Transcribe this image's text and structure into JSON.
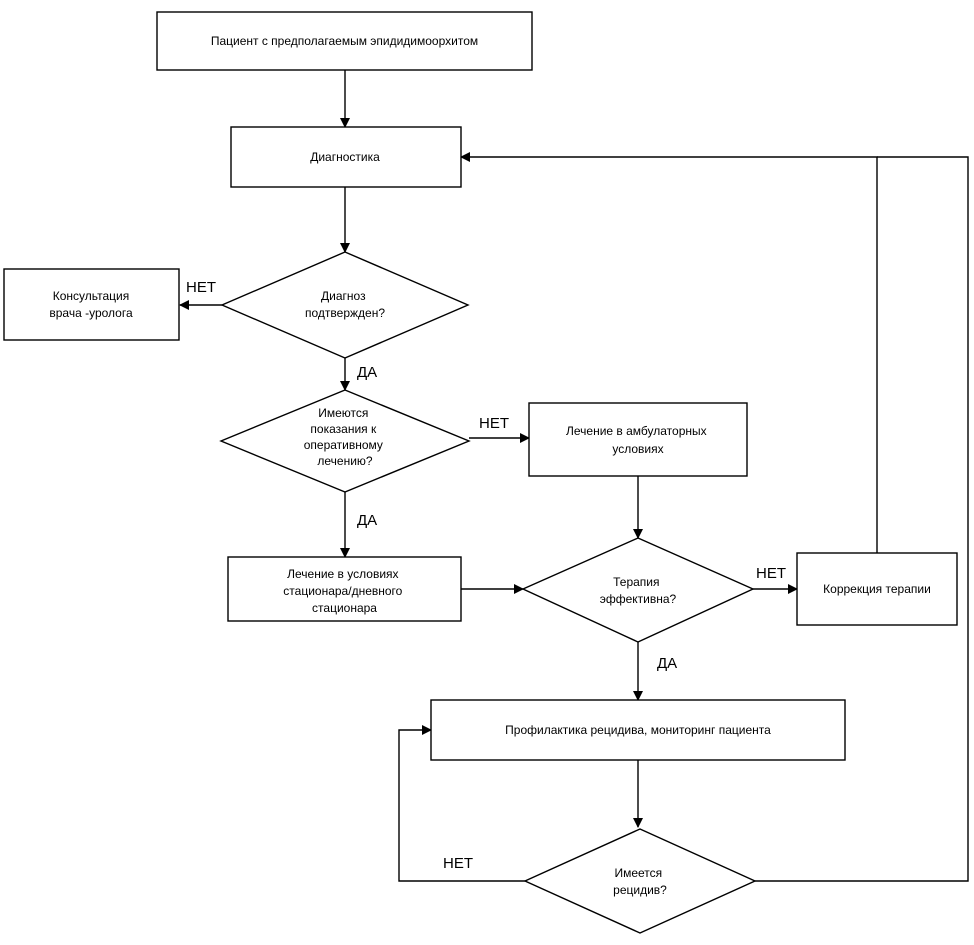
{
  "nodes": {
    "patient": "Пациент с предполагаемым эпидидимоорхитом",
    "diagnostics": "Диагностика",
    "diagnosis_confirmed": [
      "Диагноз",
      "подтвержден?"
    ],
    "urologist_consult": [
      "Консультация",
      "врача -уролога"
    ],
    "surgery_indicated": [
      "Имеются",
      "показания к",
      "оперативному",
      "лечению?"
    ],
    "outpatient_treatment": [
      "Лечение в амбулаторных",
      "условиях"
    ],
    "inpatient_treatment": [
      "Лечение в условиях",
      "стационара/дневного",
      "стационара"
    ],
    "therapy_effective": [
      "Терапия",
      "эффективна?"
    ],
    "therapy_correction": "Коррекция терапии",
    "prevention_monitoring": "Профилактика рецидива, мониторинг пациента",
    "relapse": [
      "Имеется",
      "рецидив?"
    ]
  },
  "edge_labels": {
    "confirmed_no": "НЕТ",
    "confirmed_yes": "ДА",
    "surgery_no": "НЕТ",
    "surgery_yes": "ДА",
    "effective_no": "НЕТ",
    "effective_yes": "ДА",
    "relapse_no": "НЕТ"
  },
  "colors": {
    "line": "#000000",
    "fill": "#ffffff",
    "text": "#000000"
  }
}
